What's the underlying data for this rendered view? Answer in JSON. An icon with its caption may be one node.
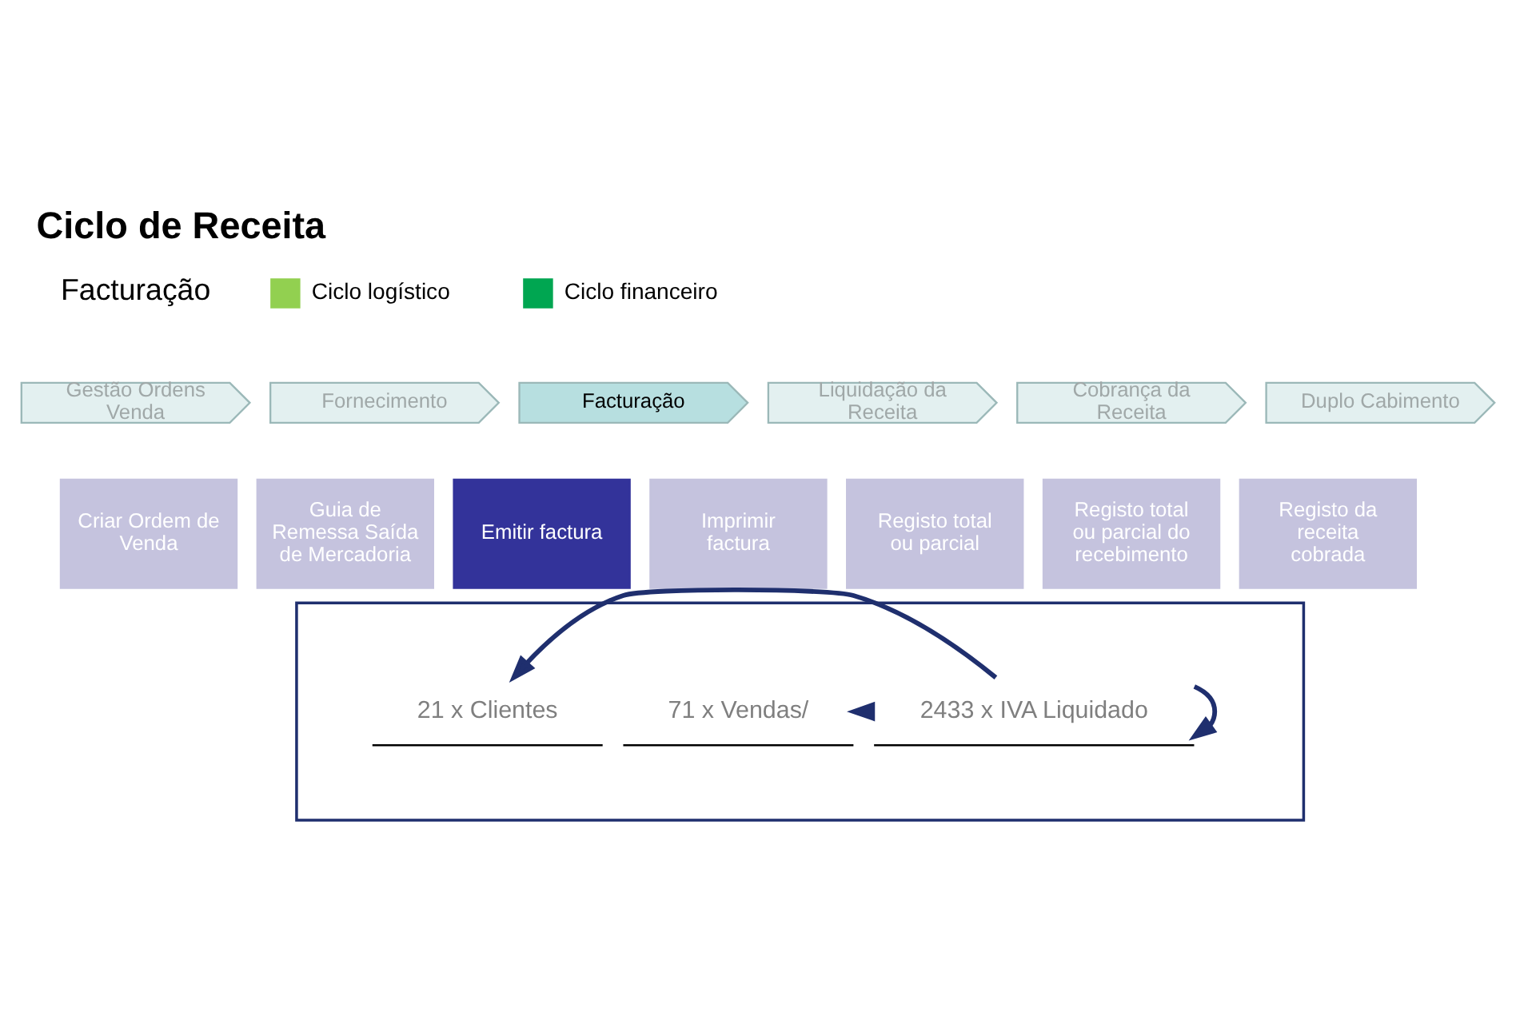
{
  "diagram": {
    "title": "Ciclo de Receita",
    "nodes": [
      {
        "text": [
          "Gestão Ordens Venda"
        ]
      },
      {
        "text": [
          "Fornecimento"
        ]
      },
      {
        "text": [
          "Facturação"
        ]
      },
      {
        "text": [
          "Liquidação da Receita"
        ]
      },
      {
        "text": [
          "Cobrança da Receita"
        ]
      },
      {
        "text": [
          "Duplo Cabimento"
        ]
      },
      {
        "text": [
          "Criar Ordem de Venda"
        ]
      },
      {
        "text": [
          "Guia de Remessa Saída de Mercadoria"
        ]
      },
      {
        "text": [
          "Emitir factura"
        ]
      },
      {
        "text": [
          "Imprimir factura"
        ]
      },
      {
        "text": [
          "Registo total ou parcial"
        ]
      },
      {
        "text": [
          "Registo total ou parcial do recebimento"
        ]
      },
      {
        "text": [
          "Registo da receita cobrada"
        ]
      },
      {
        "text": [],
        "shape": "box"
      },
      {
        "text": [
          "21 x Clientes"
        ],
        "in": 13
      },
      {
        "text": [
          "71 x Vendas/"
        ],
        "in": 13
      },
      {
        "text": [
          "2433 x IVA Liquidado"
        ],
        "in": 13
      }
    ],
    "edges": [
      {
        "from": 16,
        "to": 14,
        "arrow": "to"
      },
      {
        "from": 16,
        "to": 15,
        "arrow": "to"
      },
      {
        "from": 16,
        "to": 16,
        "arrow": "to"
      }
    ],
    "labels": [
      "Facturação"
    ],
    "legend": [
      {
        "text": "Ciclo logístico",
        "color": "#92d050"
      },
      {
        "text": "Ciclo financeiro",
        "color": "#00a651"
      }
    ]
  }
}
